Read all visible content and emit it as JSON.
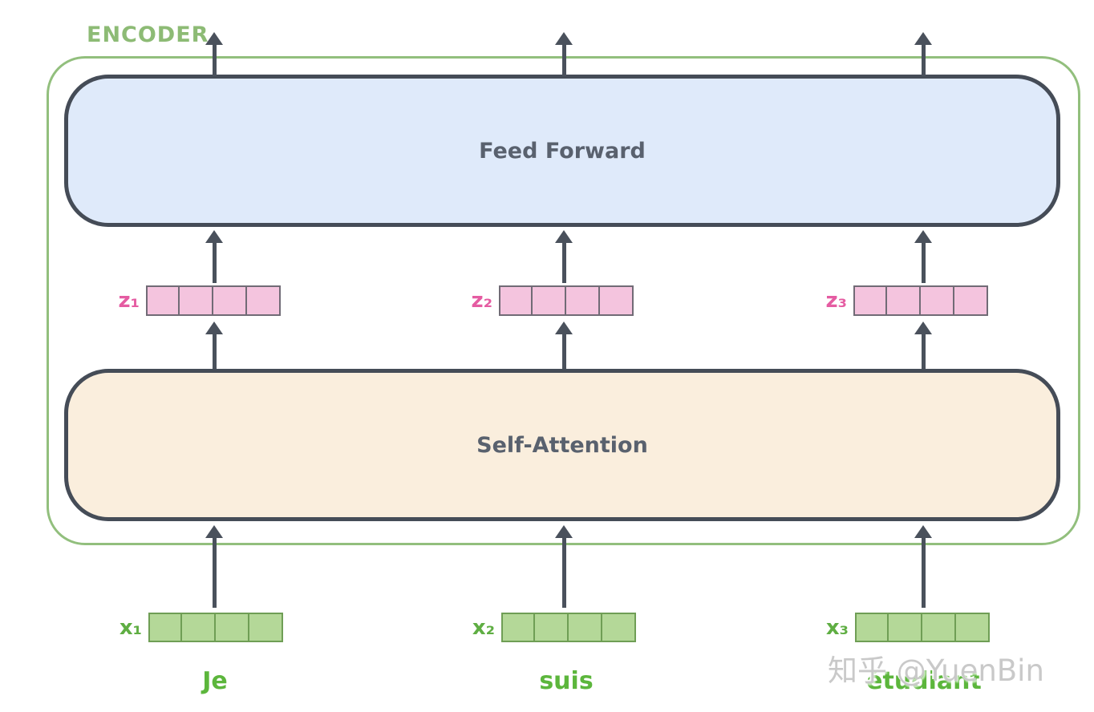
{
  "encoder": {
    "label": "ENCODER"
  },
  "boxes": {
    "feed_forward": "Feed Forward",
    "self_attention": "Self-Attention"
  },
  "columns": [
    {
      "z_label": "z₁",
      "x_label": "x₁",
      "word": "Je"
    },
    {
      "z_label": "z₂",
      "x_label": "x₂",
      "word": "suis"
    },
    {
      "z_label": "z₃",
      "x_label": "x₃",
      "word": "étudiant"
    }
  ],
  "cells_per_vector": 4,
  "watermark": "知乎 @YuenBin",
  "colors": {
    "outline_green": "#92bf7d",
    "encoder_label_green": "#8dbb75",
    "box_border": "#454c57",
    "box_text": "#59616e",
    "ff_fill": "#dfeafa",
    "sa_fill": "#faeedd",
    "arrow": "#4a515c",
    "pink_label": "#e55ca2",
    "pink_fill": "#f4c4de",
    "pink_border": "#716b76",
    "x_label_green": "#5fae43",
    "green_fill": "#b4d898",
    "green_border": "#6f9e55",
    "word_green": "#5cb63c",
    "watermark_gray": "#c9c9c9"
  }
}
